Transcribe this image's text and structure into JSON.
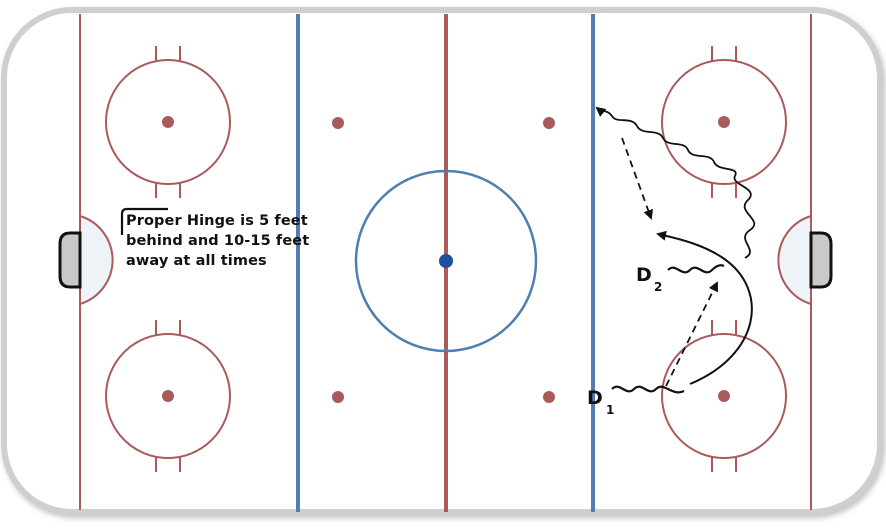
{
  "annotation": {
    "lines": [
      "Proper Hinge is 5 feet",
      "behind and 10-15 feet",
      "away at all times"
    ]
  },
  "players": [
    {
      "id": "d2",
      "letter": "D",
      "subscript": "2"
    },
    {
      "id": "d1",
      "letter": "D",
      "subscript": "1"
    }
  ],
  "colors": {
    "rink_lines": "#a95b5b",
    "blue_lines": "#4f7fb2",
    "board": "#c8c8c8",
    "crease": "#eef3f8",
    "net": "#c9c9c9",
    "center_dot": "#1f4fa0",
    "arrows": "#111111"
  },
  "icons": {
    "player_marker": "wavy-skater-line",
    "skating_path": "solid-arrow",
    "pass": "dashed-arrow",
    "puck_carry": "wavy-arrow"
  }
}
